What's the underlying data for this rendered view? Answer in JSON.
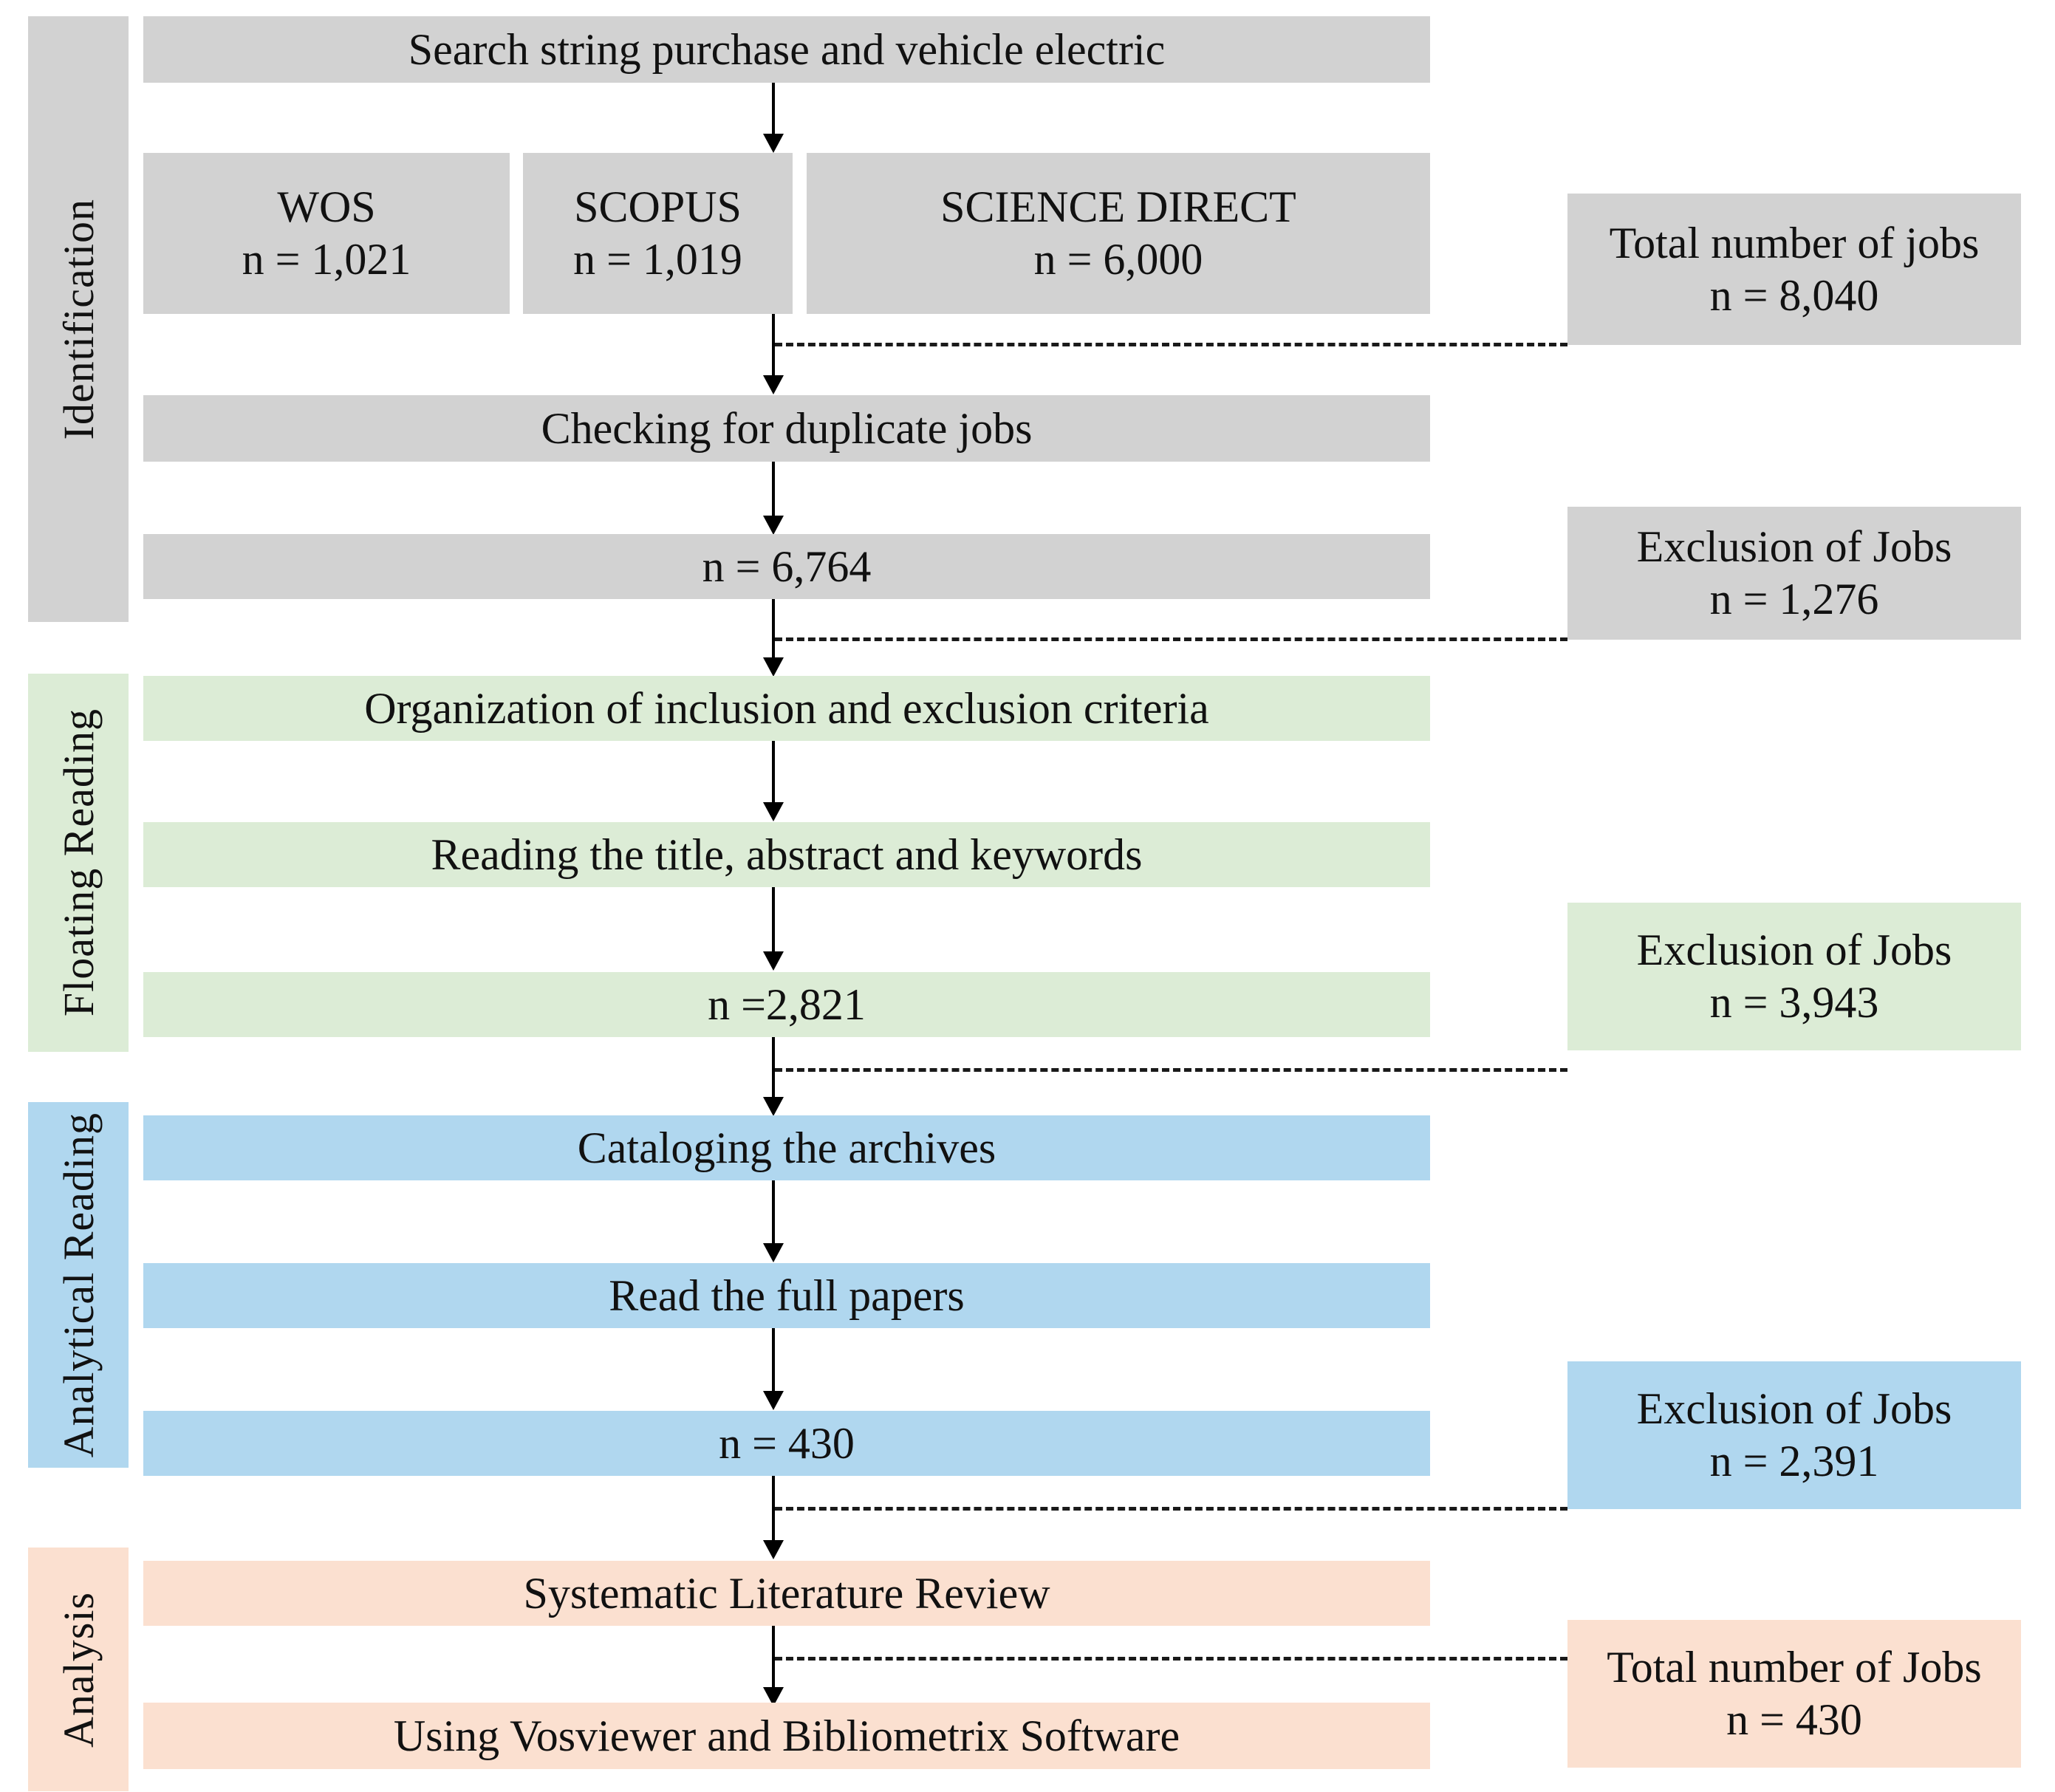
{
  "diagram": {
    "title": "Systematic literature review selection flow (PRISMA-style)",
    "colors": {
      "identification": "#d2d2d2",
      "floating_reading": "#dcecd6",
      "analytical_reading": "#b0d7ef",
      "analysis": "#fbe0d0",
      "line": "#000000"
    },
    "stages": [
      {
        "id": "identification",
        "label": "Identification"
      },
      {
        "id": "floating_reading",
        "label": "Floating Reading"
      },
      {
        "id": "analytical_reading",
        "label": "Analytical Reading"
      },
      {
        "id": "analysis",
        "label": "Analysis"
      }
    ],
    "nodes": {
      "search_string": {
        "line1": "Search string purchase and vehicle electric",
        "line2": ""
      },
      "wos": {
        "line1": "WOS",
        "line2": "n = 1,021"
      },
      "scopus": {
        "line1": "SCOPUS",
        "line2": "n = 1,019"
      },
      "science_direct": {
        "line1": "SCIENCE DIRECT",
        "line2": "n = 6,000"
      },
      "total_jobs": {
        "line1": "Total number of jobs",
        "line2": "n = 8,040"
      },
      "duplicate_check": {
        "line1": "Checking for duplicate jobs",
        "line2": ""
      },
      "after_dupes": {
        "line1": "n = 6,764",
        "line2": ""
      },
      "exclusion_1": {
        "line1": "Exclusion of Jobs",
        "line2": "n = 1,276"
      },
      "criteria": {
        "line1": "Organization of inclusion and exclusion criteria",
        "line2": ""
      },
      "title_abstract": {
        "line1": "Reading the title, abstract and keywords",
        "line2": ""
      },
      "after_screen": {
        "line1": "n =2,821",
        "line2": ""
      },
      "exclusion_2": {
        "line1": "Exclusion of Jobs",
        "line2": "n = 3,943"
      },
      "cataloging": {
        "line1": "Cataloging the archives",
        "line2": ""
      },
      "full_papers": {
        "line1": "Read the full papers",
        "line2": ""
      },
      "after_full": {
        "line1": "n = 430",
        "line2": ""
      },
      "exclusion_3": {
        "line1": "Exclusion of Jobs",
        "line2": "n = 2,391"
      },
      "slr": {
        "line1": "Systematic Literature Review",
        "line2": ""
      },
      "software": {
        "line1": "Using Vosviewer and Bibliometrix Software",
        "line2": ""
      },
      "total_final": {
        "line1": "Total number of Jobs",
        "line2": "n = 430"
      }
    }
  }
}
